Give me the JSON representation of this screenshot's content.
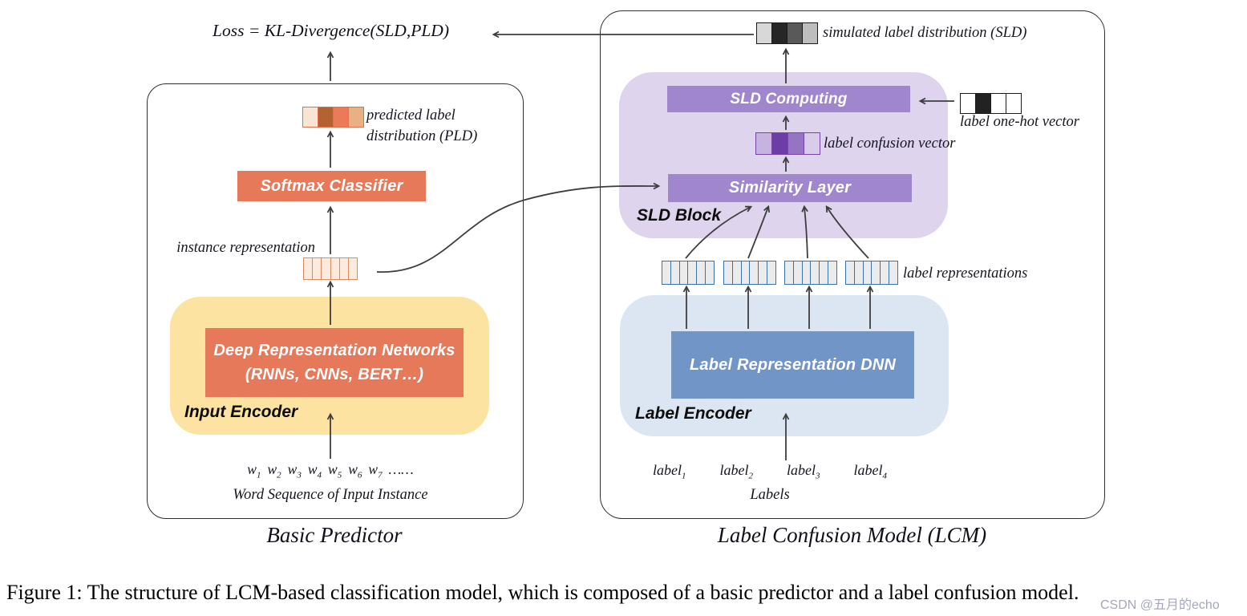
{
  "figure": {
    "loss_formula": "Loss = KL-Divergence(SLD,PLD)",
    "caption": "Figure 1: The structure of LCM-based classification model, which is composed of a basic predictor and a label confusion model.",
    "watermark": "CSDN @五月的echo"
  },
  "colors": {
    "orange_box": "#e7795b",
    "yellow_bg": "#fce3a2",
    "purple_box": "#a086cc",
    "purple_bg": "#ded4ee",
    "blue_box": "#7195c7",
    "blue_bg": "#dce6f2",
    "arrow": "#3d3d3d"
  },
  "basic_predictor": {
    "title": "Basic Predictor",
    "pld_cells": [
      "#f9e5d3",
      "#b56232",
      "#ec7957",
      "#e9b183"
    ],
    "pld_label_line1": "predicted label",
    "pld_label_line2": "distribution (PLD)",
    "softmax_label": "Softmax Classifier",
    "instance_label": "instance representation",
    "instance_cells": [
      "#fcebdd",
      "#fcebdd",
      "#fcebdd",
      "#fcebdd",
      "#fcebdd",
      "#fcebdd"
    ],
    "dnn_label_line1": "Deep Representation Networks",
    "dnn_label_line2": "(RNNs, CNNs, BERT…)",
    "encoder_label": "Input Encoder",
    "words": [
      [
        "w",
        "1"
      ],
      [
        "w",
        "2"
      ],
      [
        "w",
        "3"
      ],
      [
        "w",
        "4"
      ],
      [
        "w",
        "5"
      ],
      [
        "w",
        "6"
      ],
      [
        "w",
        "7"
      ],
      [
        "……",
        ""
      ]
    ],
    "word_sequence_label": "Word Sequence of Input Instance"
  },
  "lcm": {
    "title": "Label Confusion Model (LCM)",
    "sld_cells": [
      "#d8d8d8",
      "#262626",
      "#595959",
      "#bdbdbd"
    ],
    "sld_label": "simulated label distribution (SLD)",
    "sld_computing_label": "SLD Computing",
    "onehot_cells": [
      "#ffffff",
      "#222222",
      "#ffffff",
      "#ffffff"
    ],
    "onehot_label": "label one-hot vector",
    "confusion_cells": [
      "#c6b3e0",
      "#6a3ea4",
      "#9674c4",
      "#d8ccea"
    ],
    "confusion_label": "label confusion vector",
    "similarity_label": "Similarity Layer",
    "sld_block_label": "SLD Block",
    "repr_cells": [
      "#ebebeb",
      "#ebebeb",
      "#ebebeb",
      "#ebebeb",
      "#ebebeb",
      "#ebebeb"
    ],
    "label_representations_label": "label representations",
    "dnn_label": "Label Representation DNN",
    "encoder_label": "Label Encoder",
    "labels": [
      [
        "label",
        "1"
      ],
      [
        "label",
        "2"
      ],
      [
        "label",
        "3"
      ],
      [
        "label",
        "4"
      ]
    ],
    "labels_title": "Labels"
  }
}
